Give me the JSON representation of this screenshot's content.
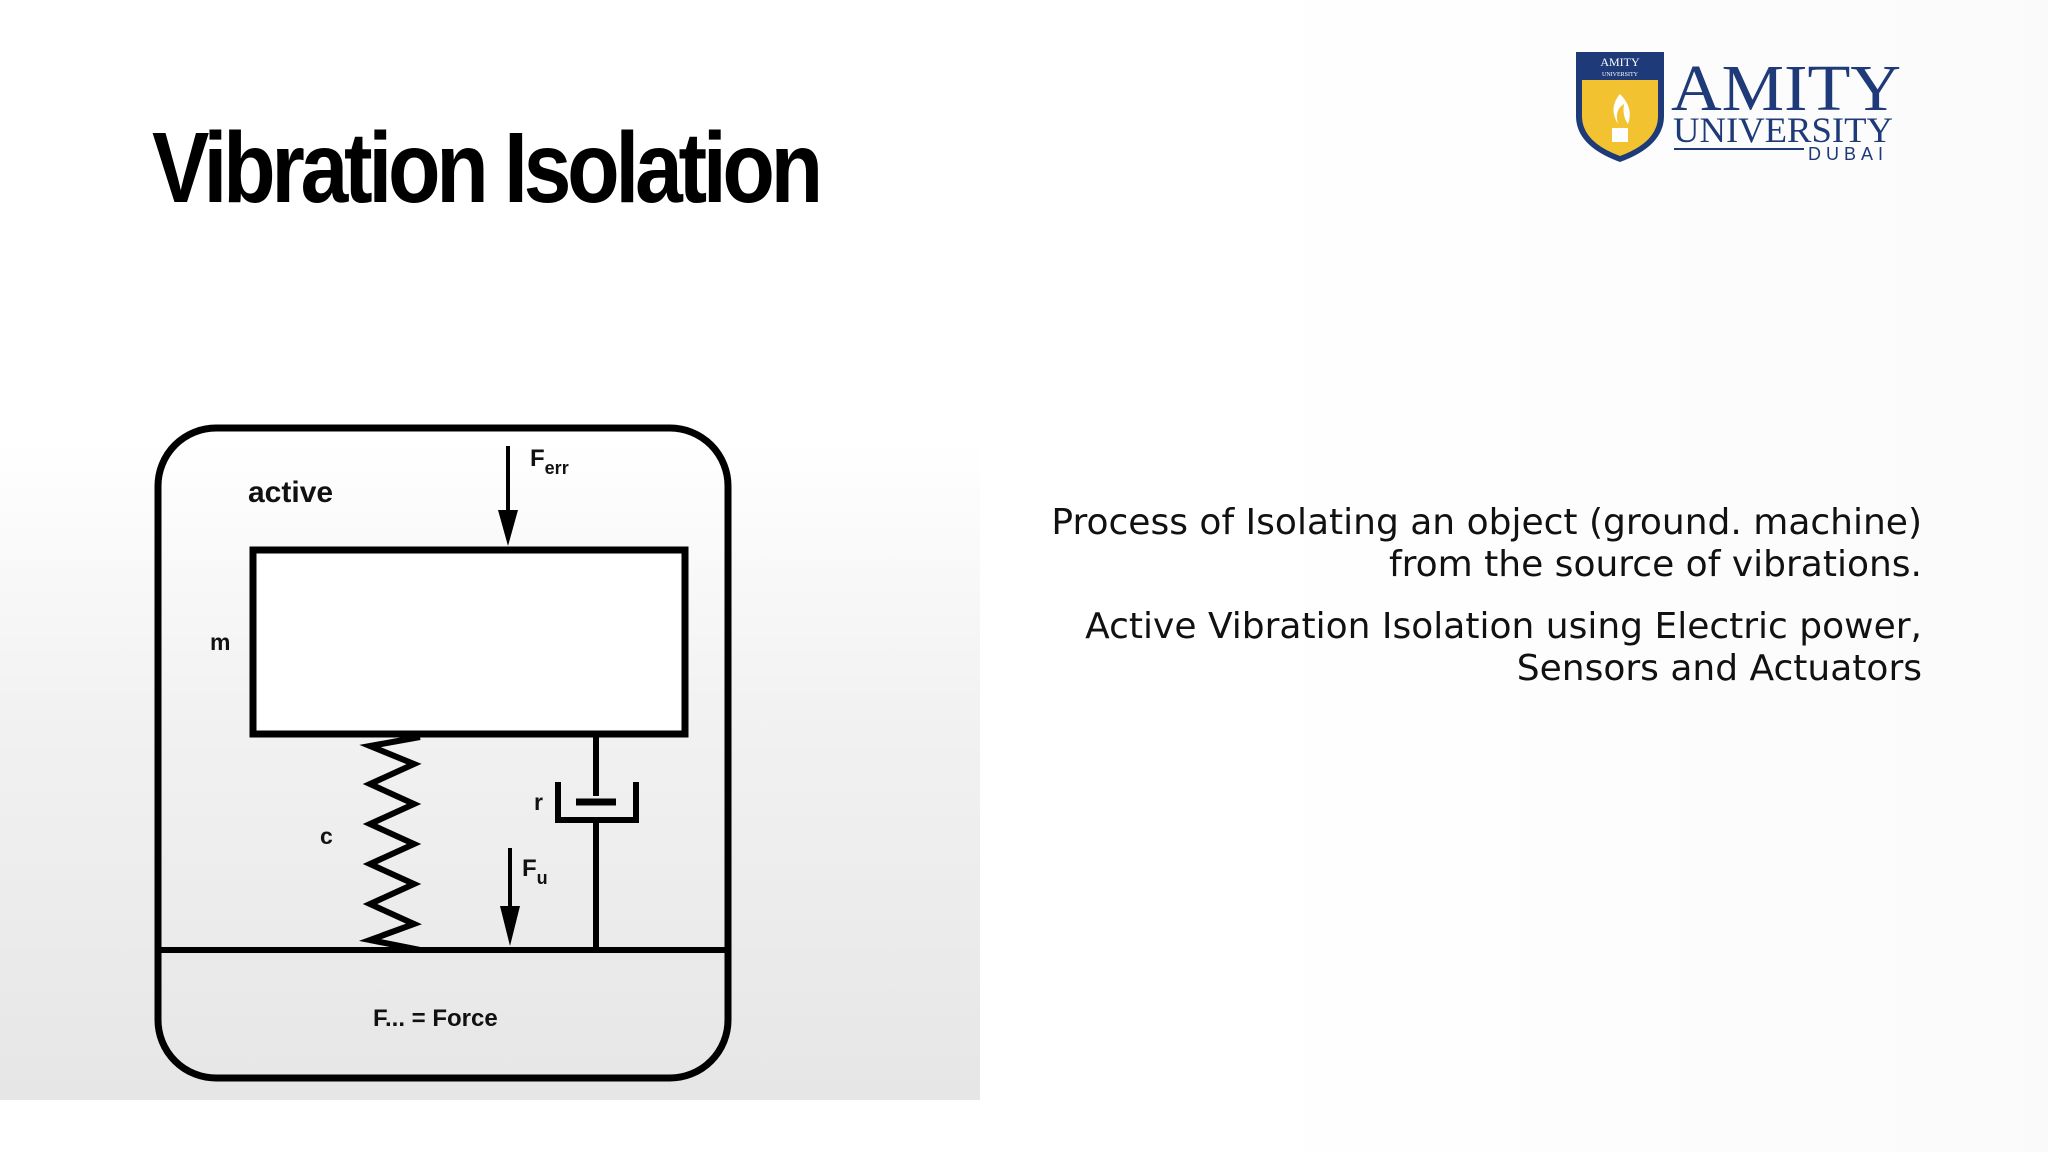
{
  "slide": {
    "title": "Vibration Isolation",
    "paragraphs": [
      "Process of Isolating an object (ground. machine) from the source of vibrations.",
      "Active Vibration Isolation using Electric power, Sensors and Actuators"
    ]
  },
  "logo": {
    "name": "AMITY",
    "subtitle": "UNIVERSITY",
    "location": "DUBAI",
    "crest_text_1": "AMITY",
    "crest_text_2": "UNIVERSITY",
    "crest_colors": {
      "shield": "#1f3a78",
      "flame": "#f2c230",
      "text": "#1f3a78"
    }
  },
  "diagram": {
    "label_active": "active",
    "label_mass": "m",
    "label_spring": "c",
    "label_damper": "r",
    "force_err_main": "F",
    "force_err_sub": "err",
    "force_u_main": "F",
    "force_u_sub": "u",
    "legend": "F... = Force"
  }
}
